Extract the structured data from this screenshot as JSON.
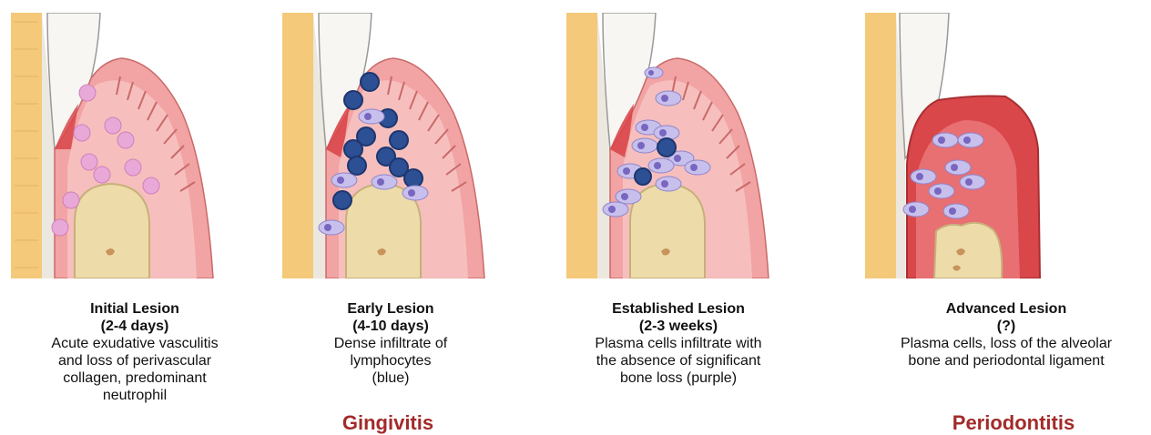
{
  "colors": {
    "stage_label": "#a32a2a",
    "dentin": "#f4c97a",
    "enamel": "#f7f6f3",
    "gingiva": "#f2a3a3",
    "gingiva_dark": "#d9474a",
    "bone": "#eddcaa",
    "neutrophil": "#e9a9d8",
    "lymphocyte": "#2d4f94",
    "plasma_cell": "#a59ad9"
  },
  "panels": [
    {
      "id": "initial",
      "title": "Initial Lesion",
      "duration": "(2-4 days)",
      "description": [
        "Acute exudative vasculitis",
        "and loss of perivascular",
        "collagen, predominant",
        "neutrophil"
      ],
      "cell_type": "neutrophil"
    },
    {
      "id": "early",
      "title": "Early Lesion",
      "duration": "(4-10 days)",
      "description": [
        "Dense infiltrate of",
        "lymphocytes",
        "(blue)"
      ],
      "cell_type": "lymphocyte"
    },
    {
      "id": "established",
      "title": "Established Lesion",
      "duration": "(2-3 weeks)",
      "description": [
        "Plasma cells infiltrate with",
        "the absence of significant",
        "bone loss (purple)"
      ],
      "cell_type": "plasma_cell"
    },
    {
      "id": "advanced",
      "title": "Advanced Lesion",
      "duration": "(?)",
      "description": [
        "Plasma cells,  loss of the alveolar",
        "bone and periodontal ligament"
      ],
      "cell_type": "plasma_cell"
    }
  ],
  "stages": [
    {
      "label": "Gingivitis"
    },
    {
      "label": "Periodontitis"
    }
  ]
}
